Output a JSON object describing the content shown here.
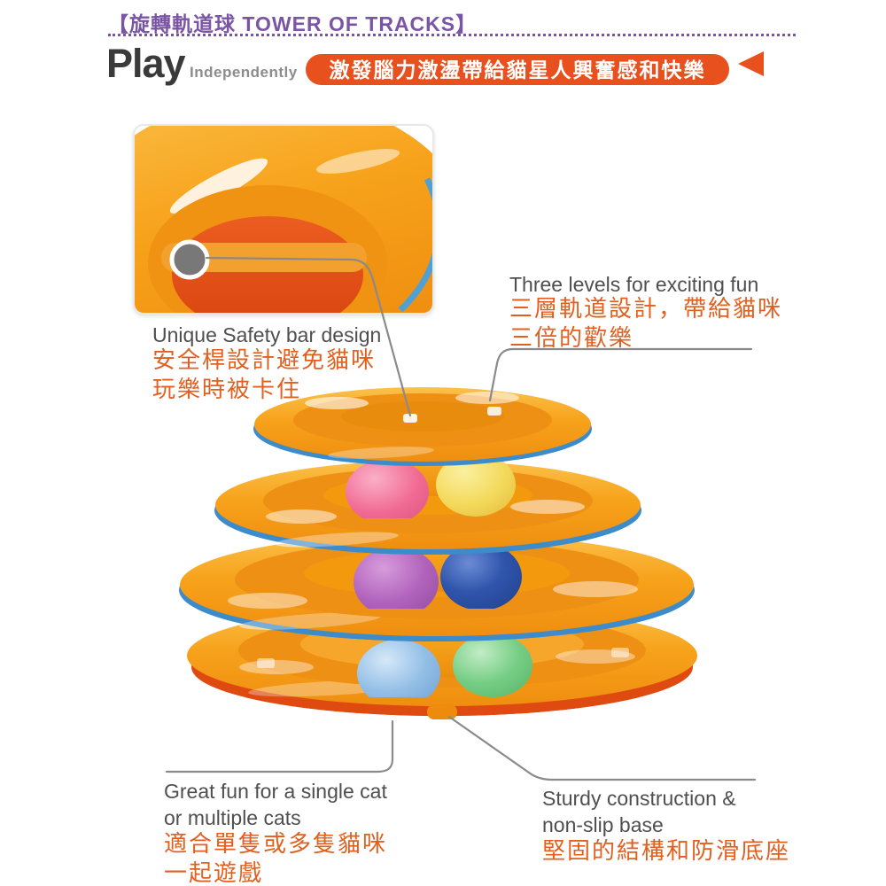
{
  "header": {
    "title": "【旋轉軌道球 TOWER OF TRACKS】",
    "play": "Play",
    "independently": "Independently",
    "banner": "激發腦力激盪帶給貓星人興奮感和快樂"
  },
  "callouts": {
    "safety_bar": {
      "en": "Unique Safety bar design",
      "zh_line1": "安全桿設計避免貓咪",
      "zh_line2": "玩樂時被卡住"
    },
    "three_levels": {
      "en": "Three levels for exciting fun",
      "zh_line1": "三層軌道設計，帶給貓咪",
      "zh_line2": "三倍的歡樂"
    },
    "great_fun": {
      "en_line1": "Great fun for a single cat",
      "en_line2": "or multiple cats",
      "zh_line1": "適合單隻或多隻貓咪",
      "zh_line2": "一起遊戲"
    },
    "sturdy_base": {
      "en_line1": "Sturdy construction &",
      "en_line2": "non-slip base",
      "zh": "堅固的結構和防滑底座"
    }
  },
  "product": {
    "tier_count": 3,
    "ball_colors_visible": [
      "pink",
      "yellow",
      "purple",
      "dark-blue",
      "light-blue",
      "green"
    ]
  },
  "colors": {
    "purple": "#7B55A5",
    "banner_orange": "#E8511E",
    "text_orange": "#E2601F",
    "text_dark": "#4F4F4F",
    "text_dark_strong": "#3A3A3A",
    "text_gray": "#8C8C8C",
    "line_gray": "#8A8A8A",
    "tier_orange": "#F7A21B",
    "tier_orange_dark": "#EE9013",
    "tier_rim_blue": "#3C8CCB",
    "base_red": "#DE4A10",
    "inset_red": "#D84410",
    "marker_gray": "#787878",
    "ball_pink": "#F16A93",
    "ball_yellow": "#F3D95A",
    "ball_purple": "#B264BC",
    "ball_blue": "#2F55AC",
    "ball_lightblue": "#93BFE6",
    "ball_green": "#76CE85"
  }
}
